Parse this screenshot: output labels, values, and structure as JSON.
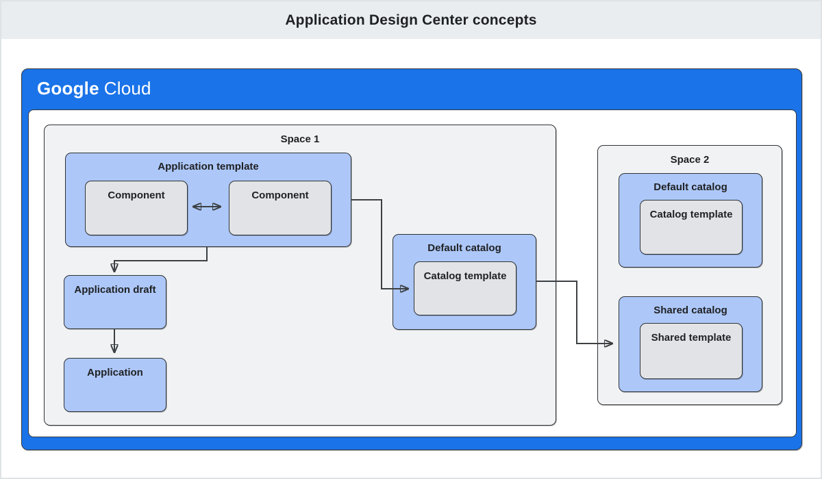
{
  "banner": {
    "title": "Application Design Center concepts"
  },
  "logo": {
    "google": "Google",
    "cloud": "Cloud"
  },
  "colors": {
    "brand_blue": "#1a73e8",
    "node_blue": "#adc8f8",
    "node_gray": "#e1e3e6",
    "space_gray": "#f0f2f4",
    "banner_gray": "#e9edf0",
    "line_dark": "#3c4043"
  },
  "space1": {
    "label": "Space 1",
    "application_template": {
      "label": "Application template",
      "components": [
        "Component",
        "Component"
      ]
    },
    "application_draft": {
      "label": "Application draft"
    },
    "application": {
      "label": "Application"
    },
    "default_catalog": {
      "label": "Default catalog",
      "catalog_template": {
        "label": "Catalog template"
      }
    }
  },
  "space2": {
    "label": "Space 2",
    "default_catalog": {
      "label": "Default catalog",
      "catalog_template": {
        "label": "Catalog template"
      }
    },
    "shared_catalog": {
      "label": "Shared catalog",
      "shared_template": {
        "label": "Shared template"
      }
    }
  }
}
